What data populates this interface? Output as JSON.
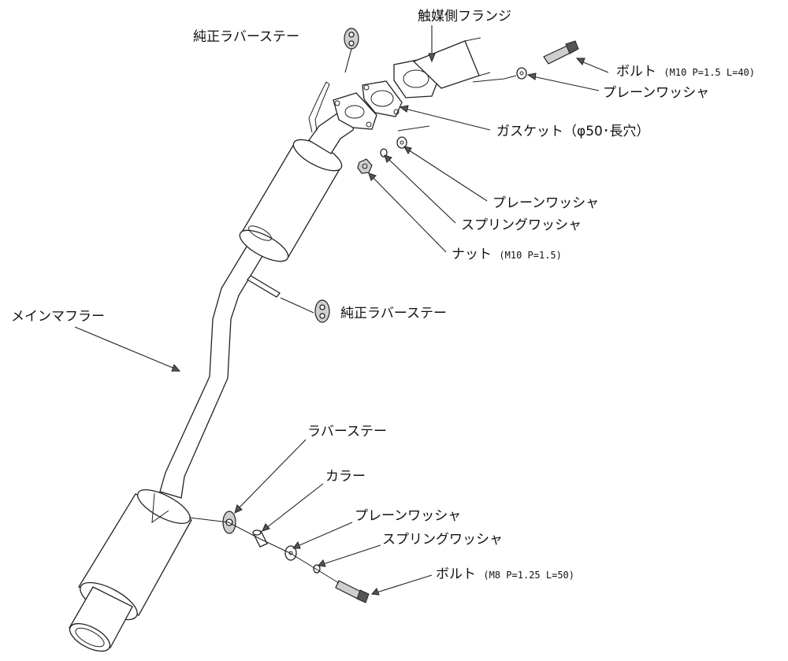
{
  "colors": {
    "line": "#222222",
    "shade": "#cfcfcf",
    "background": "#ffffff"
  },
  "labels": {
    "catalyst_flange": "触媒側フランジ",
    "stock_rubber_stay_top": "純正ラバーステー",
    "bolt_m10": {
      "name": "ボルト",
      "spec": "(M10 P=1.5 L=40)"
    },
    "plain_washer_top": "プレーンワッシャ",
    "gasket": "ガスケット（φ50･長穴）",
    "plain_washer_mid": "プレーンワッシャ",
    "spring_washer_mid": "スプリングワッシャ",
    "nut_m10": {
      "name": "ナット",
      "spec": "(M10 P=1.5)"
    },
    "stock_rubber_stay_mid": "純正ラバーステー",
    "main_muffler": "メインマフラー",
    "rubber_stay": "ラバーステー",
    "collar": "カラー",
    "plain_washer_bottom": "プレーンワッシャ",
    "spring_washer_bottom": "スプリングワッシャ",
    "bolt_m8": {
      "name": "ボルト",
      "spec": "(M8 P=1.25 L=50)"
    }
  }
}
